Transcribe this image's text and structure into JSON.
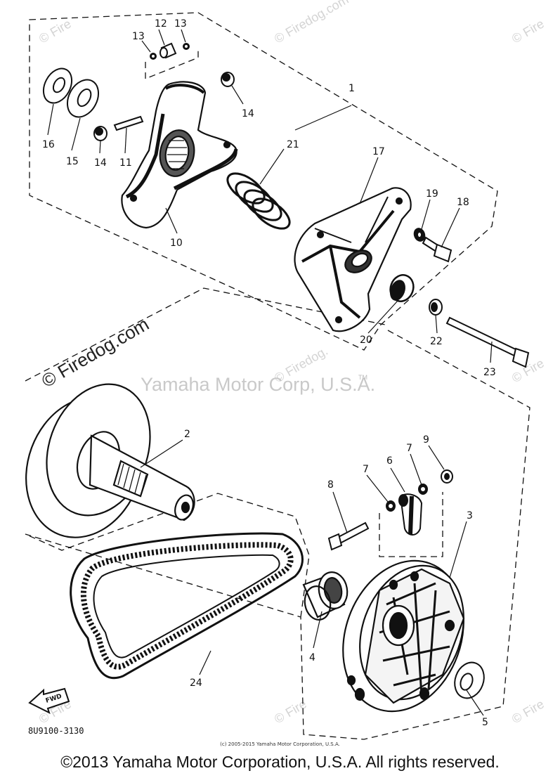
{
  "watermarks": {
    "brand": "© Firedog.com",
    "brand_short": "© Fire",
    "brand_tail": "© Firedog.",
    "corp": "Yamaha Motor Corp, U.S.A.",
    "tm": "TM"
  },
  "callouts": {
    "n1": "1",
    "n2": "2",
    "n3": "3",
    "n4": "4",
    "n5": "5",
    "n6": "6",
    "n7a": "7",
    "n7b": "7",
    "n8": "8",
    "n9": "9",
    "n10": "10",
    "n11": "11",
    "n12": "12",
    "n13a": "13",
    "n13b": "13",
    "n14a": "14",
    "n14b": "14",
    "n15": "15",
    "n16": "16",
    "n17": "17",
    "n18": "18",
    "n19": "19",
    "n20": "20",
    "n21": "21",
    "n22": "22",
    "n23": "23",
    "n24": "24"
  },
  "fwd_label": "FWD",
  "diagram_code": "8U9100-3130",
  "copyright_small": "(c) 2005-2015 Yamaha Motor Corporation, U.S.A.",
  "copyright_main": "©2013 Yamaha Motor Corporation, U.S.A. All rights reserved."
}
